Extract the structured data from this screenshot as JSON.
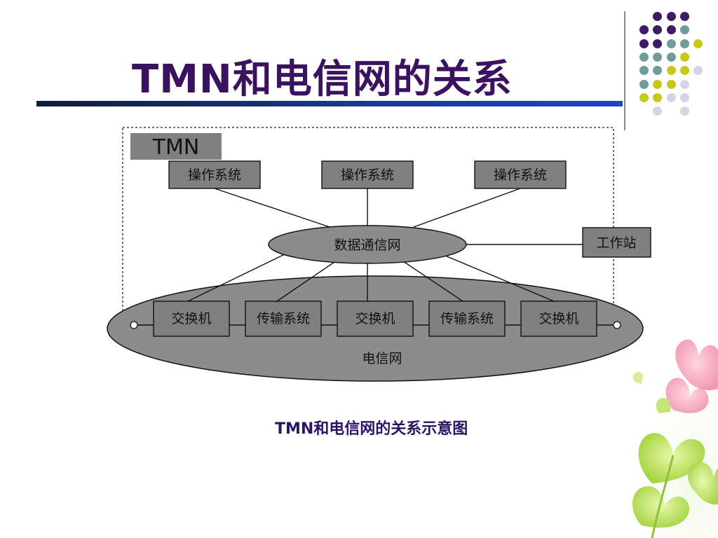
{
  "slide": {
    "title": "TMN和电信网的关系",
    "caption": "TMN和电信网的关系示意图"
  },
  "diagram": {
    "tmn_label": "TMN",
    "os_nodes": [
      "操作系统",
      "操作系统",
      "操作系统"
    ],
    "dcn_label": "数据通信网",
    "workstation_label": "工作站",
    "telecom_nodes": [
      "交换机",
      "传输系统",
      "交换机",
      "传输系统",
      "交换机"
    ],
    "telecom_label": "电信网"
  },
  "colors": {
    "title": "#3b1260",
    "caption": "#2b1466",
    "node_fill": "#808080",
    "ellipse_fill": "#8c8c8c",
    "dot_purple": "#3f1a66",
    "dot_teal": "#6f9c99",
    "dot_yellow": "#c8c818",
    "dot_lavender": "#d4d4e6"
  }
}
